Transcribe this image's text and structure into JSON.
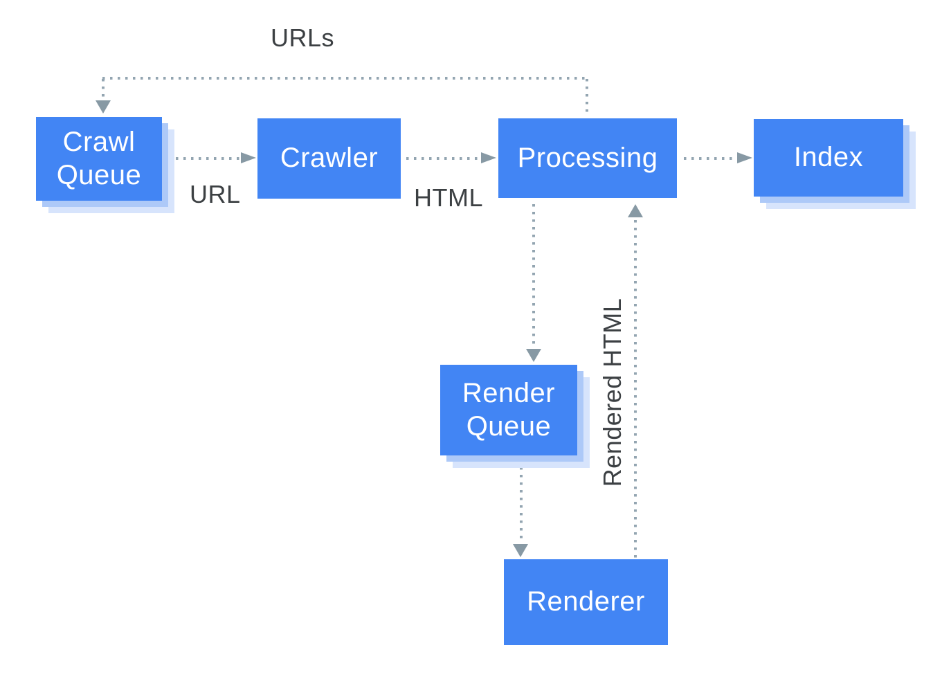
{
  "diagram": {
    "description": "Crawl, render and index pipeline flow diagram",
    "nodes": [
      {
        "id": "crawl-queue",
        "label": "Crawl Queue",
        "shadowed": true
      },
      {
        "id": "crawler",
        "label": "Crawler",
        "shadowed": false
      },
      {
        "id": "processing",
        "label": "Processing",
        "shadowed": false
      },
      {
        "id": "index",
        "label": "Index",
        "shadowed": true
      },
      {
        "id": "render-queue",
        "label": "Render Queue",
        "shadowed": true
      },
      {
        "id": "renderer",
        "label": "Renderer",
        "shadowed": false
      }
    ],
    "edges": [
      {
        "from": "processing",
        "to": "crawl-queue",
        "label": "URLs",
        "style": "dotted"
      },
      {
        "from": "crawl-queue",
        "to": "crawler",
        "label": "URL",
        "style": "dotted"
      },
      {
        "from": "crawler",
        "to": "processing",
        "label": "HTML",
        "style": "dotted"
      },
      {
        "from": "processing",
        "to": "index",
        "label": "",
        "style": "dotted"
      },
      {
        "from": "processing",
        "to": "render-queue",
        "label": "",
        "style": "dotted"
      },
      {
        "from": "render-queue",
        "to": "renderer",
        "label": "",
        "style": "dotted"
      },
      {
        "from": "renderer",
        "to": "processing",
        "label": "Rendered HTML",
        "style": "dotted"
      }
    ],
    "colors": {
      "background": "#FFFFFF",
      "node_fill": "#4285F4",
      "node_text": "#FFFFFF",
      "shadow_inner": "#ADC9F8",
      "shadow_outer": "#D7E4FC",
      "dotted_line": "#93A5B1",
      "arrowhead": "#8799A4",
      "edge_label_text": "#3C4043"
    }
  }
}
